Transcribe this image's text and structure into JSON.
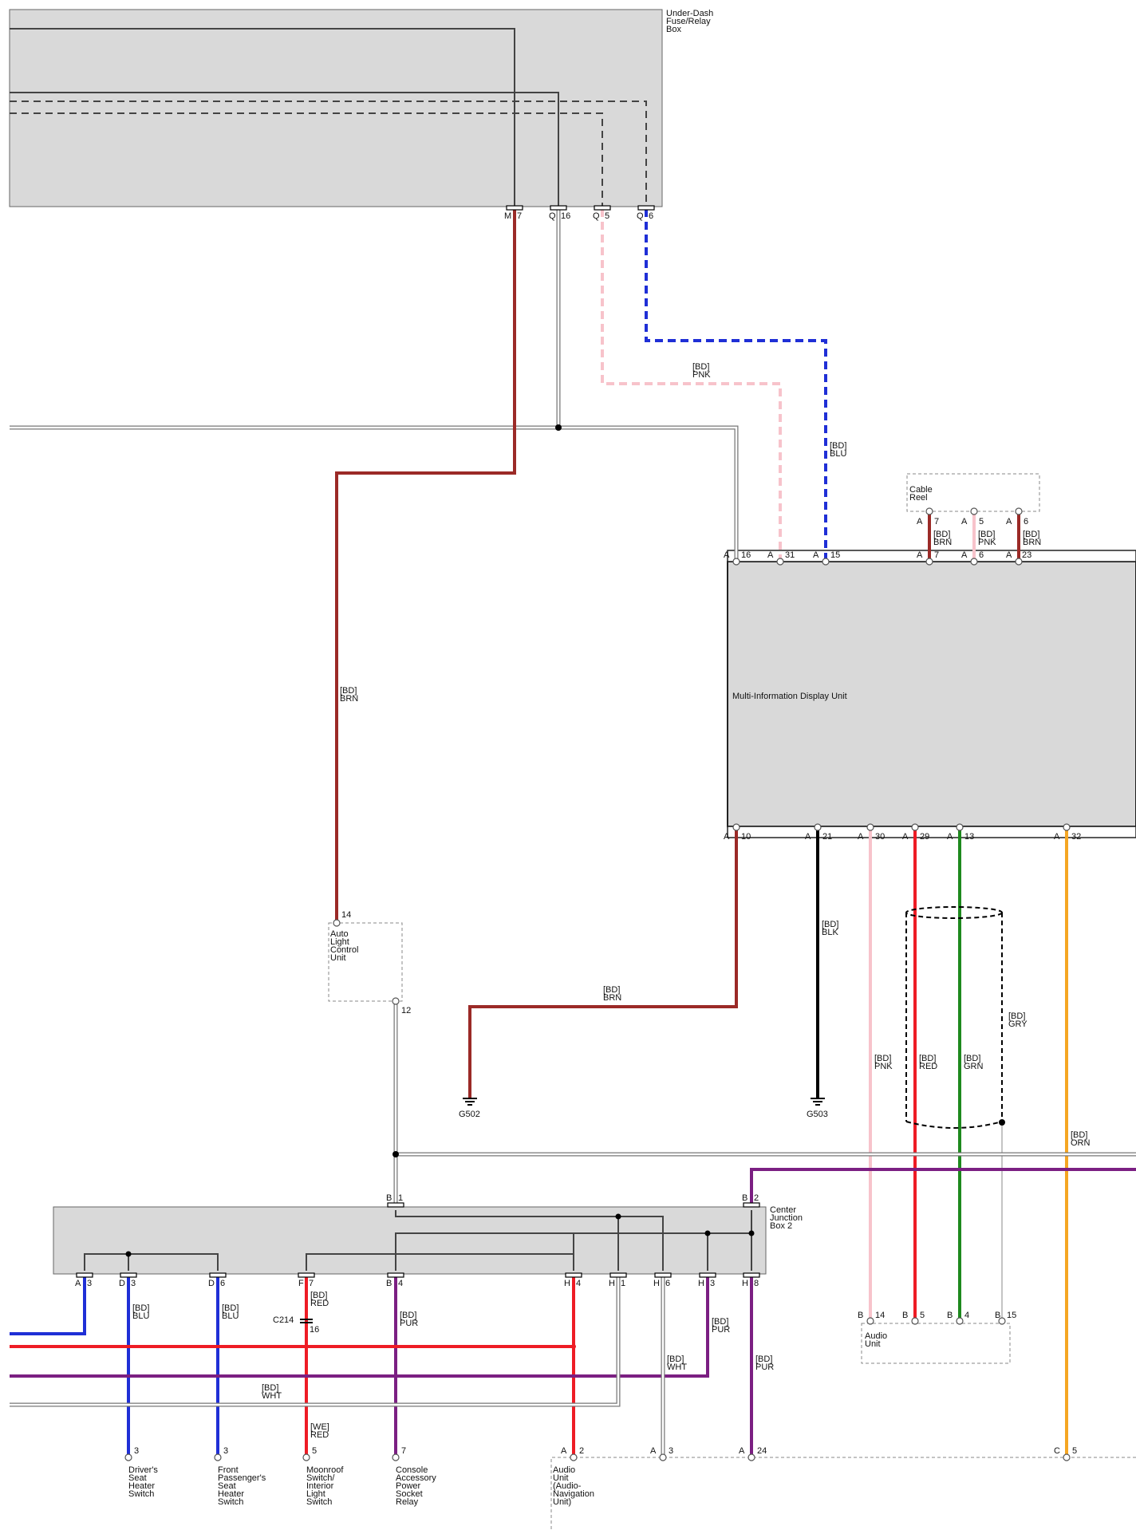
{
  "colors": {
    "brn": "#9b2a27",
    "pnk": "#f7c3cb",
    "blu": "#1f2fd6",
    "blk": "#000000",
    "red": "#ee1c25",
    "grn": "#1e8a1e",
    "orn": "#f5a623",
    "pur": "#7b1f82",
    "wht": "#ffffff",
    "gry": "#444444",
    "box": "#d9d9d9"
  },
  "components": {
    "under_dash_box": [
      "Under-Dash",
      "Fuse/Relay",
      "Box"
    ],
    "midu": "Multi-Information Display Unit",
    "cable_reel": [
      "Cable",
      "Reel"
    ],
    "auto_light": [
      "Auto",
      "Light",
      "Control",
      "Unit"
    ],
    "center_jb": [
      "Center",
      "Junction",
      "Box 2"
    ],
    "audio_unit_small": [
      "Audio",
      "Unit"
    ],
    "audio_unit_nav": [
      "Audio",
      "Unit",
      "(Audio-",
      "Navigation",
      "Unit)"
    ],
    "drivers_seat": [
      "Driver's",
      "Seat",
      "Heater",
      "Switch"
    ],
    "front_pass_seat": [
      "Front",
      "Passenger's",
      "Seat",
      "Heater",
      "Switch"
    ],
    "moonroof": [
      "Moonroof",
      "Switch/",
      "Interior",
      "Light",
      "Switch"
    ],
    "console_relay": [
      "Console",
      "Accessory",
      "Power",
      "Socket",
      "Relay"
    ],
    "g502": "G502",
    "g503": "G503",
    "c214": "C214"
  },
  "wire_labels": {
    "pnk_top": [
      "[BD]",
      "PNK"
    ],
    "blu_top": [
      "[BD]",
      "BLU"
    ],
    "brn_mid": [
      "[BD]",
      "BRN"
    ],
    "brn_g502": [
      "[BD]",
      "BRN"
    ],
    "blk_g503": [
      "[BD]",
      "BLK"
    ],
    "gry_shield": [
      "[BD]",
      "GRY"
    ],
    "pnk_audio": [
      "[BD]",
      "PNK"
    ],
    "red_audio": [
      "[BD]",
      "RED"
    ],
    "grn_audio": [
      "[BD]",
      "GRN"
    ],
    "orn": [
      "[BD]",
      "ORN"
    ],
    "cr_brn1": [
      "[BD]",
      "BRN"
    ],
    "cr_pnk": [
      "[BD]",
      "PNK"
    ],
    "cr_brn2": [
      "[BD]",
      "BRN"
    ],
    "jb_blu1": [
      "[BD]",
      "BLU"
    ],
    "jb_blu2": [
      "[BD]",
      "BLU"
    ],
    "jb_red": [
      "[BD]",
      "RED"
    ],
    "jb_pur": [
      "[BD]",
      "PUR"
    ],
    "jb_pur_h3": [
      "[BD]",
      "PUR"
    ],
    "jb_wht_h6": [
      "[BD]",
      "WHT"
    ],
    "jb_pur_h8": [
      "[BD]",
      "PUR"
    ],
    "wht_bottom": [
      "[BD]",
      "WHT"
    ],
    "we_red": [
      "[WE]",
      "RED"
    ]
  },
  "pins": {
    "udb_m7": [
      "M",
      "7"
    ],
    "udb_q16a": [
      "Q",
      "16"
    ],
    "udb_q5": [
      "Q",
      "5"
    ],
    "udb_q6": [
      "Q",
      "6"
    ],
    "midu_a16": [
      "A",
      "16"
    ],
    "midu_a31": [
      "A",
      "31"
    ],
    "midu_a15": [
      "A",
      "15"
    ],
    "midu_a7": [
      "A",
      "7"
    ],
    "midu_a6": [
      "A",
      "6"
    ],
    "midu_a23": [
      "A",
      "23"
    ],
    "cr_a7": [
      "A",
      "7"
    ],
    "cr_a5": [
      "A",
      "5"
    ],
    "cr_a6": [
      "A",
      "6"
    ],
    "midu_a10": [
      "A",
      "10"
    ],
    "midu_a21": [
      "A",
      "21"
    ],
    "midu_a30": [
      "A",
      "30"
    ],
    "midu_a29": [
      "A",
      "29"
    ],
    "midu_a13": [
      "A",
      "13"
    ],
    "midu_a32": [
      "A",
      "32"
    ],
    "alcu_14": "14",
    "alcu_12": "12",
    "jb_b1": [
      "B",
      "1"
    ],
    "jb_b2": [
      "B",
      "2"
    ],
    "jb_a3": [
      "A",
      "3"
    ],
    "jb_d3": [
      "D",
      "3"
    ],
    "jb_d6": [
      "D",
      "6"
    ],
    "jb_f7": [
      "F",
      "7"
    ],
    "jb_b4": [
      "B",
      "4"
    ],
    "jb_h4": [
      "H",
      "4"
    ],
    "jb_h1": [
      "H",
      "1"
    ],
    "jb_h6": [
      "H",
      "6"
    ],
    "jb_h3": [
      "H",
      "3"
    ],
    "jb_h8": [
      "H",
      "8"
    ],
    "c214_16": "16",
    "au_b14": [
      "B",
      "14"
    ],
    "au_b5": [
      "B",
      "5"
    ],
    "au_b4": [
      "B",
      "4"
    ],
    "au_b15": [
      "B",
      "15"
    ],
    "ds_3": "3",
    "fp_3": "3",
    "mr_5": "5",
    "cr_7": "7",
    "an_a2": [
      "A",
      "2"
    ],
    "an_a3": [
      "A",
      "3"
    ],
    "an_a24": [
      "A",
      "24"
    ],
    "an_c5": [
      "C",
      "5"
    ]
  }
}
